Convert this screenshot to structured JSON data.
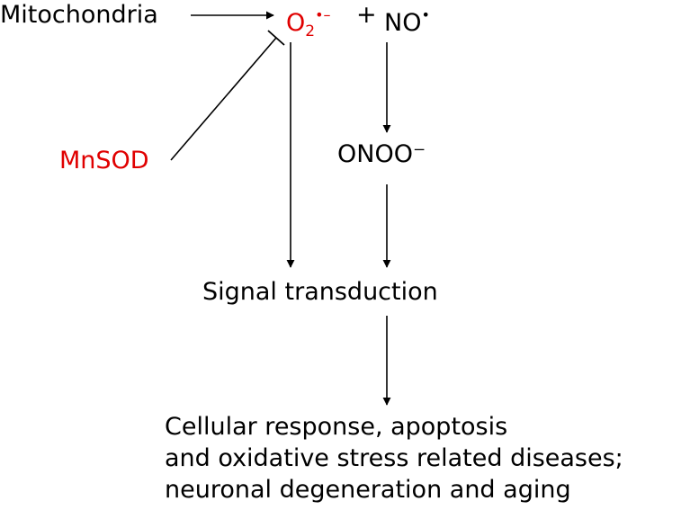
{
  "nodes": {
    "mitochondria": "Mitochondria",
    "superoxide": {
      "base": "O",
      "sub": "2",
      "sup": "•–"
    },
    "plus": "+",
    "nitric_oxide": {
      "base": "NO",
      "sup": "•"
    },
    "mnsod": "MnSOD",
    "peroxynitrite": "ONOO⁻",
    "signal_transduction": "Signal transduction",
    "outcome_lines": [
      "Cellular response,  apoptosis",
      "and oxidative stress related diseases;",
      "neuronal degeneration and aging"
    ]
  },
  "colors": {
    "highlight": "#e00000",
    "text": "#000000",
    "arrow": "#000000"
  }
}
